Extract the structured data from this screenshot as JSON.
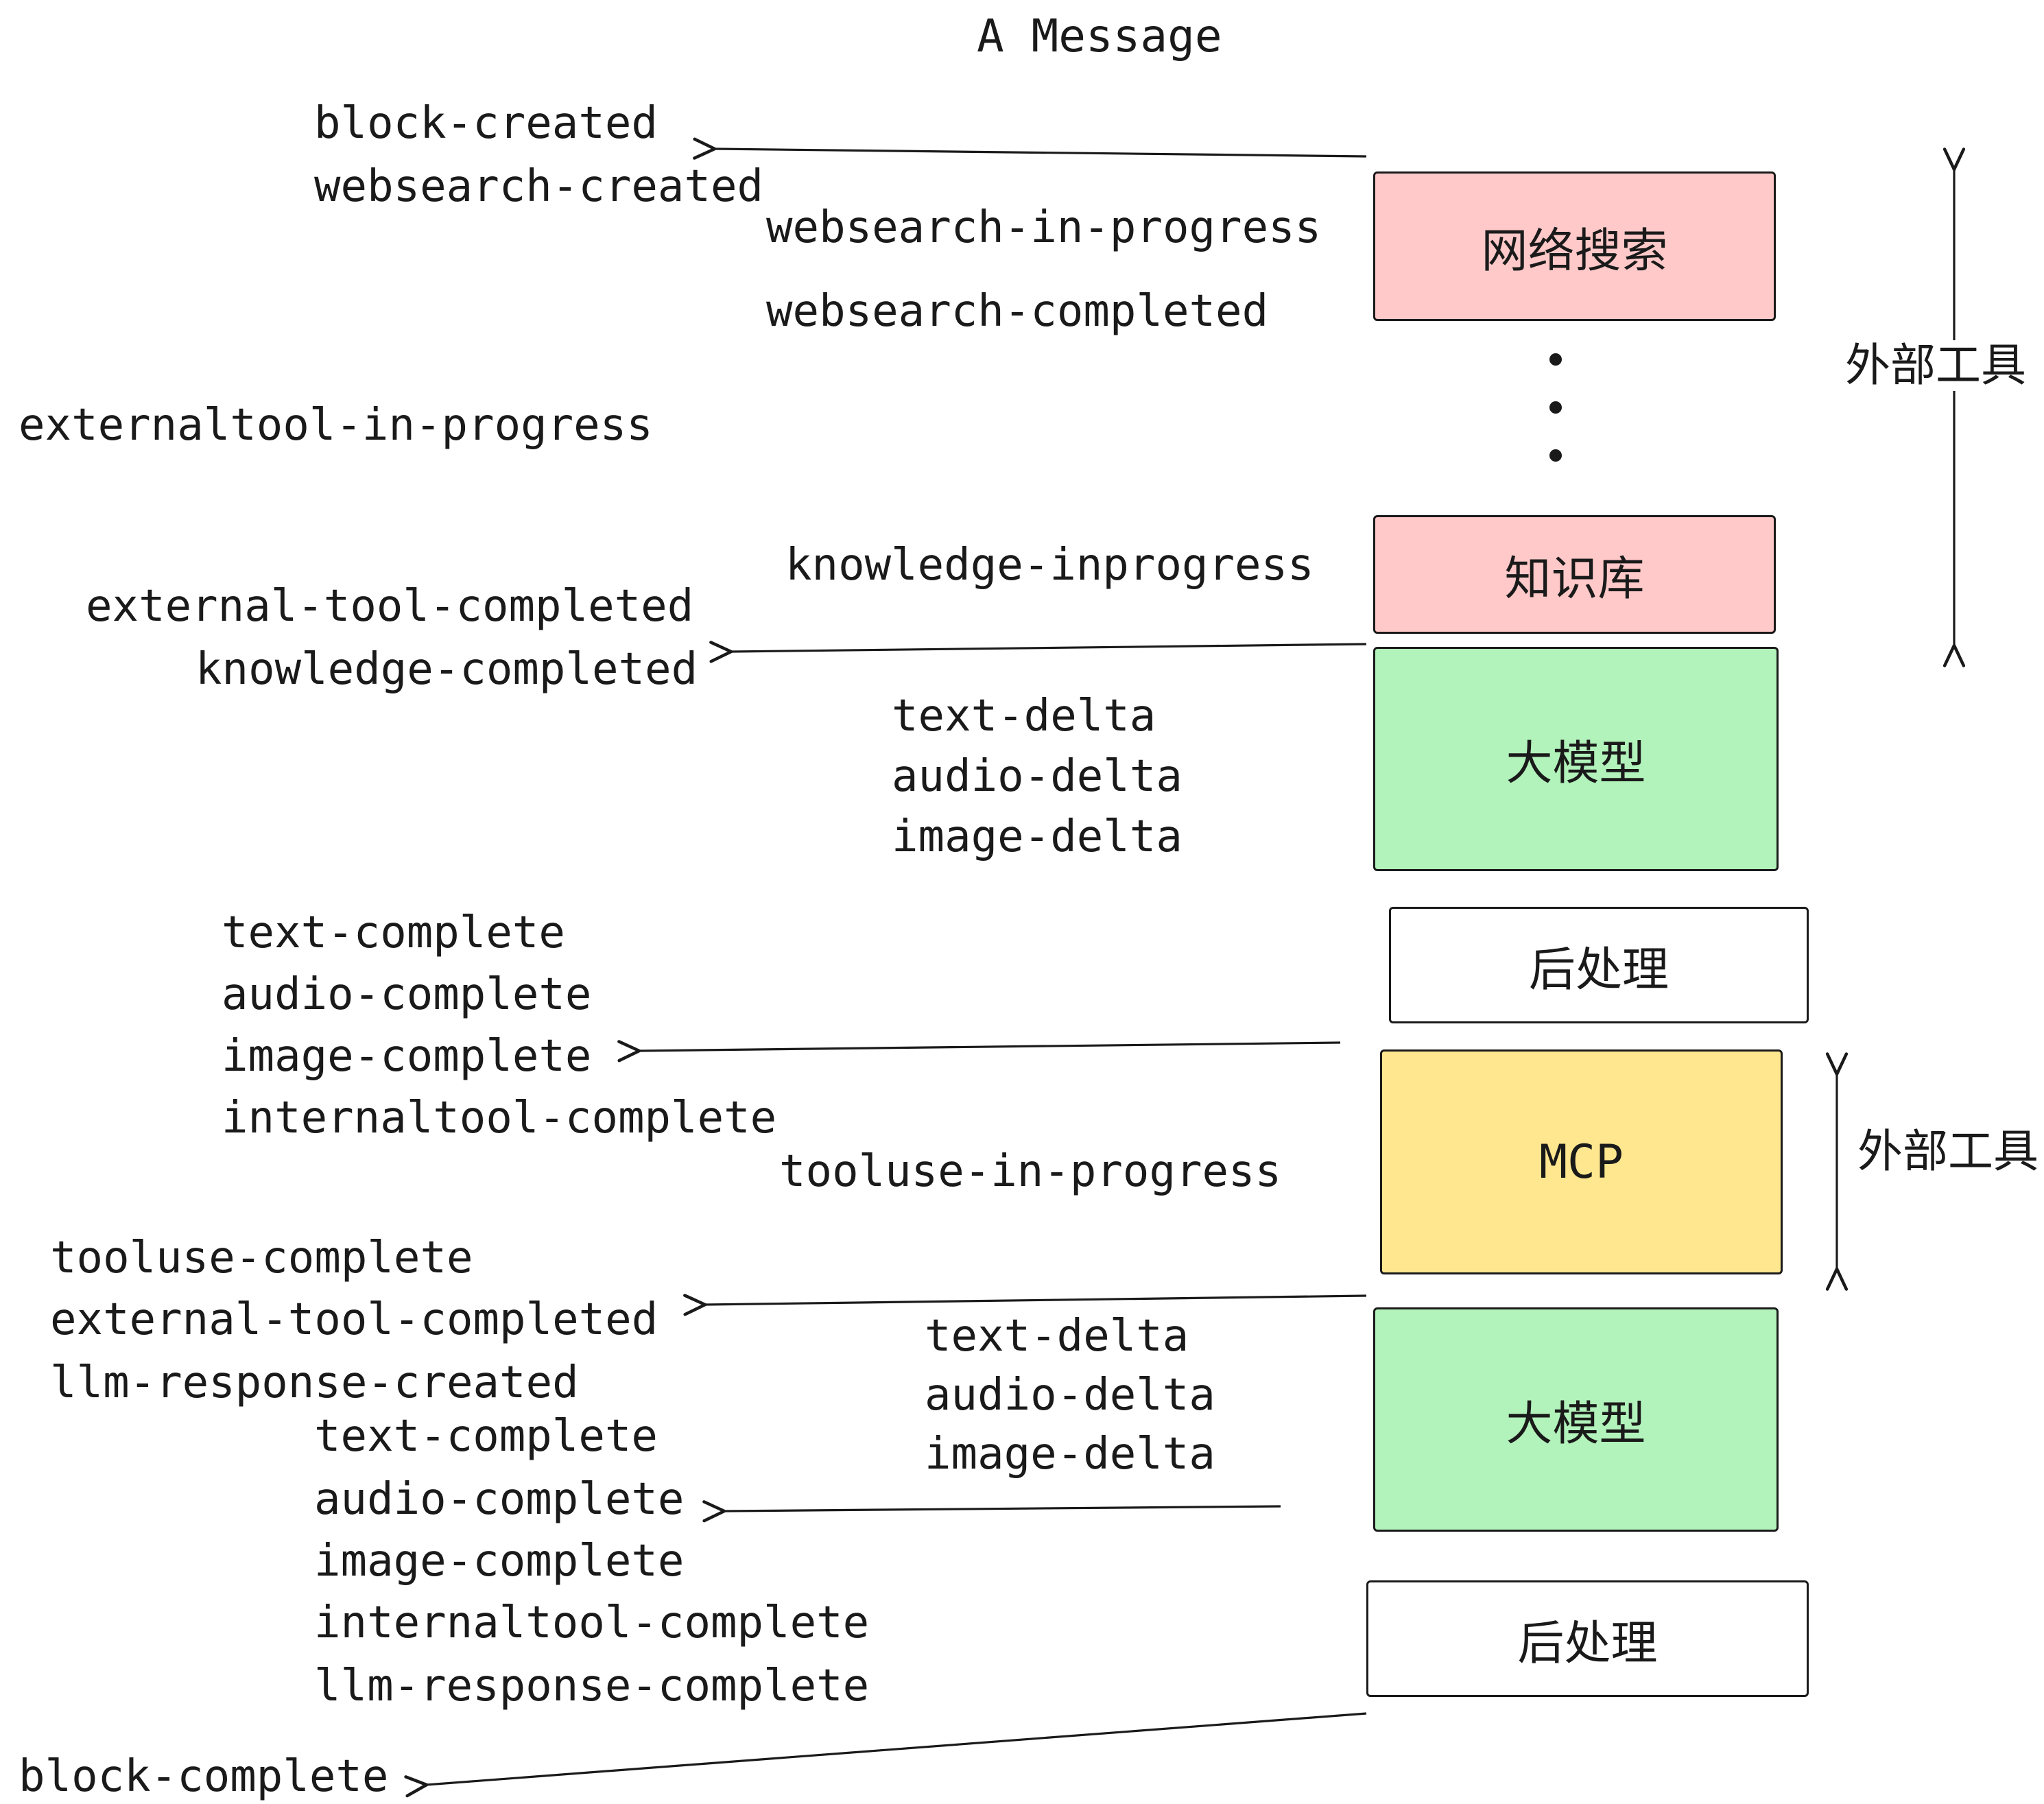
{
  "title": "A Message",
  "events": {
    "block_created": "block-created",
    "websearch_created": "websearch-created",
    "websearch_in_progress": "websearch-in-progress",
    "websearch_completed": "websearch-completed",
    "externaltool_in_progress": "externaltool-in-progress",
    "knowledge_inprogress": "knowledge-inprogress",
    "external_tool_completed": "external-tool-completed",
    "knowledge_completed": "knowledge-completed",
    "text_delta": "text-delta",
    "audio_delta": "audio-delta",
    "image_delta": "image-delta",
    "text_complete": "text-complete",
    "audio_complete": "audio-complete",
    "image_complete": "image-complete",
    "internaltool_complete": "internaltool-complete",
    "tooluse_in_progress": "tooluse-in-progress",
    "tooluse_complete": "tooluse-complete",
    "llm_response_created": "llm-response-created",
    "llm_response_complete": "llm-response-complete",
    "block_complete": "block-complete"
  },
  "boxes": [
    {
      "label": "网络搜索",
      "color": "#ffc9c9"
    },
    {
      "label": "知识库",
      "color": "#ffc9c9"
    },
    {
      "label": "大模型",
      "color": "#b2f2bb"
    },
    {
      "label": "后处理",
      "color": "#ffffff"
    },
    {
      "label": "MCP",
      "color": "#ffe78f"
    },
    {
      "label": "大模型",
      "color": "#b2f2bb"
    },
    {
      "label": "后处理",
      "color": "#ffffff"
    }
  ],
  "annotations": {
    "external_tools": "外部工具"
  },
  "colors": {
    "stroke": "#1a1a1a",
    "pink": "#ffc9c9",
    "green": "#b2f2bb",
    "yellow": "#ffe78f",
    "white": "#ffffff"
  }
}
